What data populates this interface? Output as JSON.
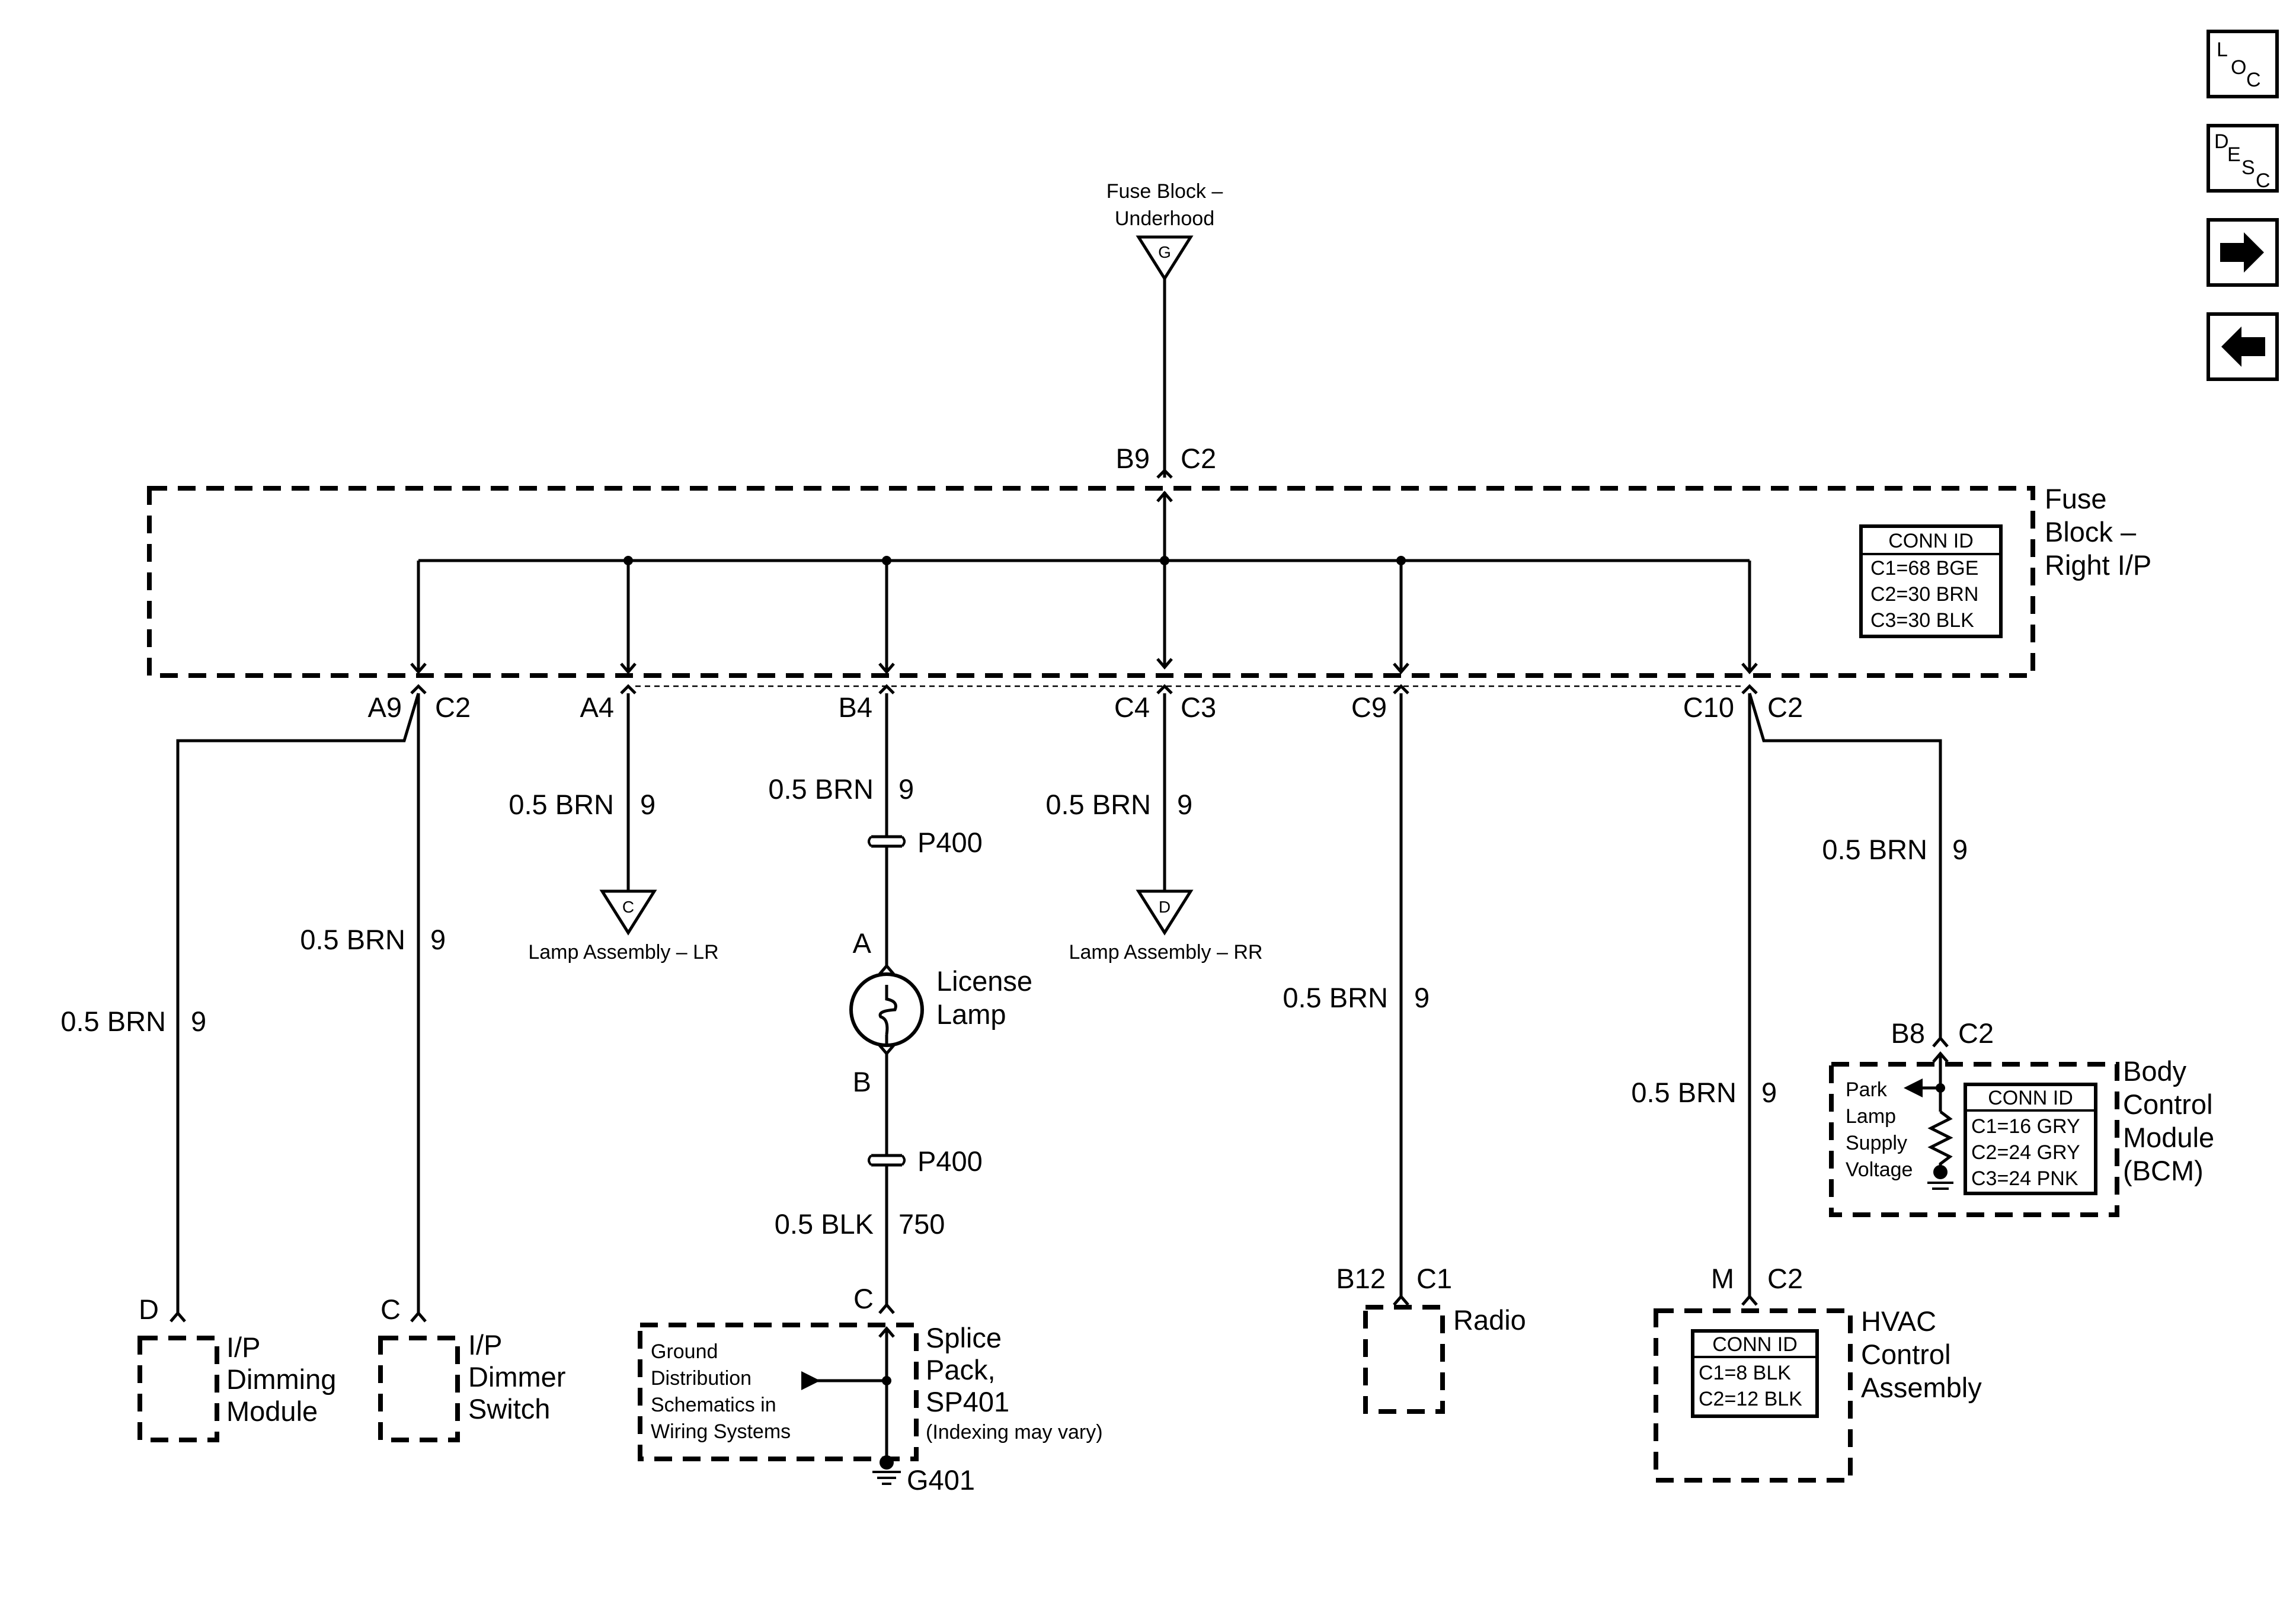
{
  "nav": {
    "loc": {
      "l": "L",
      "o": "O",
      "c": "C"
    },
    "desc": {
      "d": "D",
      "e": "E",
      "s": "S",
      "c": "C"
    }
  },
  "fuse_underhood": {
    "line1": "Fuse Block –",
    "line2": "Underhood",
    "pin": "G"
  },
  "fuse_right_ip": {
    "name": [
      "Fuse",
      "Block –",
      "Right I/P"
    ],
    "input_pin": "B9",
    "input_conn": "C2",
    "conn_id": {
      "title": "CONN ID",
      "rows": [
        "C1=68 BGE",
        "C2=30 BRN",
        "C3=30 BLK"
      ]
    }
  },
  "outputs": {
    "a9": {
      "pin": "A9",
      "conn": "C2"
    },
    "a4": {
      "pin": "A4"
    },
    "b4": {
      "pin": "B4"
    },
    "c4": {
      "pin": "C4",
      "conn": "C3"
    },
    "c9": {
      "pin": "C9"
    },
    "c10": {
      "pin": "C10",
      "conn": "C2"
    }
  },
  "wires": {
    "w_dim_module": {
      "gauge": "0.5 BRN",
      "circuit": "9"
    },
    "w_dim_switch": {
      "gauge": "0.5 BRN",
      "circuit": "9"
    },
    "w_lamp_lr": {
      "gauge": "0.5 BRN",
      "circuit": "9"
    },
    "w_license": {
      "gauge": "0.5 BRN",
      "circuit": "9"
    },
    "w_lamp_rr": {
      "gauge": "0.5 BRN",
      "circuit": "9"
    },
    "w_radio": {
      "gauge": "0.5 BRN",
      "circuit": "9"
    },
    "w_hvac": {
      "gauge": "0.5 BRN",
      "circuit": "9"
    },
    "w_bcm": {
      "gauge": "0.5 BRN",
      "circuit": "9"
    },
    "w_ground": {
      "gauge": "0.5 BLK",
      "circuit": "750"
    }
  },
  "lamp_lr": {
    "pin": "C",
    "label": "Lamp Assembly – LR"
  },
  "lamp_rr": {
    "pin": "D",
    "label": "Lamp Assembly – RR"
  },
  "license_lamp": {
    "name": [
      "License",
      "Lamp"
    ],
    "pin_a": "A",
    "pin_b": "B",
    "conn_top": "P400",
    "conn_bottom": "P400"
  },
  "splice_pack": {
    "pin": "C",
    "name": [
      "Splice",
      "Pack,",
      "SP401"
    ],
    "note": "(Indexing may vary)",
    "ground_text": [
      "Ground",
      "Distribution",
      "Schematics in",
      "Wiring Systems"
    ],
    "ground": "G401"
  },
  "dimming_module": {
    "pin": "D",
    "name": [
      "I/P",
      "Dimming",
      "Module"
    ]
  },
  "dimmer_switch": {
    "pin": "C",
    "name": [
      "I/P",
      "Dimmer",
      "Switch"
    ]
  },
  "radio": {
    "pin": "B12",
    "conn": "C1",
    "name": "Radio"
  },
  "hvac": {
    "pin": "M",
    "conn": "C2",
    "name": [
      "HVAC",
      "Control",
      "Assembly"
    ],
    "conn_id": {
      "title": "CONN ID",
      "rows": [
        "C1=8 BLK",
        "C2=12 BLK"
      ]
    }
  },
  "bcm": {
    "pin": "B8",
    "conn": "C2",
    "name": [
      "Body",
      "Control",
      "Module",
      "(BCM)"
    ],
    "supply_text": [
      "Park",
      "Lamp",
      "Supply",
      "Voltage"
    ],
    "conn_id": {
      "title": "CONN ID",
      "rows": [
        "C1=16 GRY",
        "C2=24 GRY",
        "C3=24 PNK"
      ]
    }
  }
}
